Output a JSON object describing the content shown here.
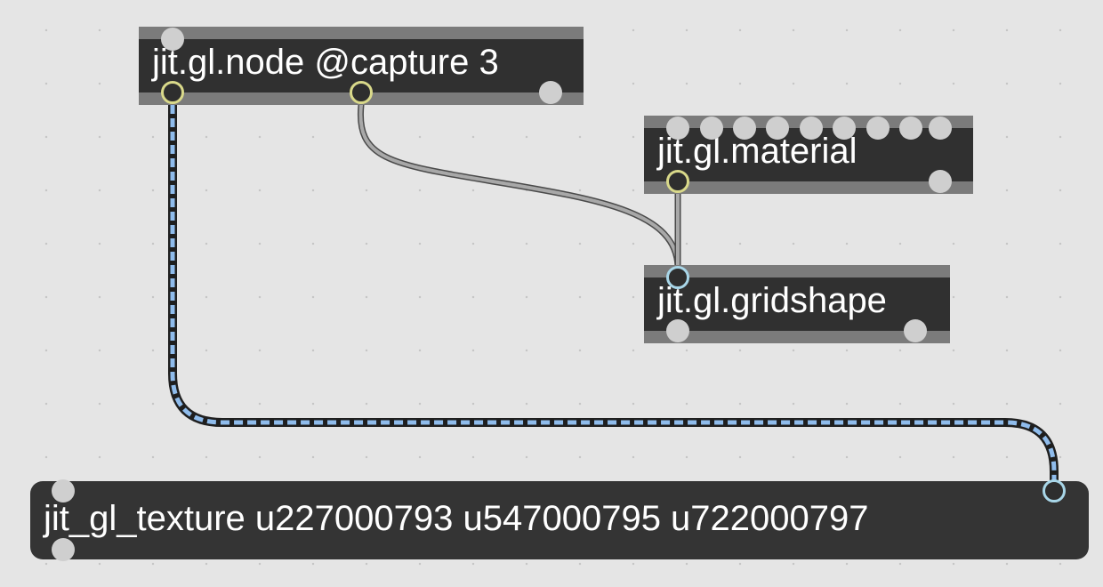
{
  "objects": {
    "node": {
      "label": "jit.gl.node @capture 3"
    },
    "material": {
      "label": "jit.gl.material"
    },
    "gridshape": {
      "label": "jit.gl.gridshape"
    }
  },
  "message": {
    "label": "jit_gl_texture u227000793 u547000795 u722000797"
  },
  "colors": {
    "canvas": "#e5e5e5",
    "object_body": "#303030",
    "object_bar": "#7b7b7b",
    "matrix_cord": "#8fbcec",
    "message_cord": "#a8a8a8",
    "port_yellow": "#d9d98a",
    "port_cyan": "#a8d6e8"
  }
}
